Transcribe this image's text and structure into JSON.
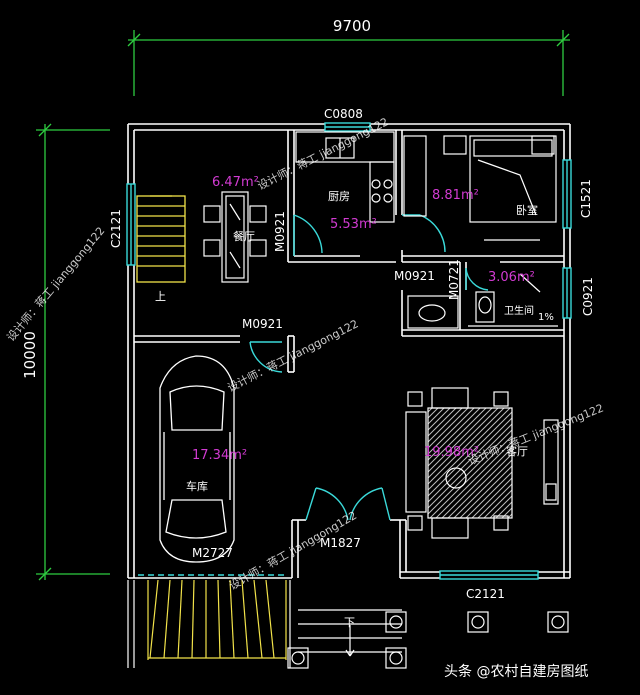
{
  "dimensions": {
    "width": "9700",
    "height": "10000"
  },
  "rooms": {
    "dining": {
      "label": "餐厅",
      "area": "6.47m²"
    },
    "kitchen": {
      "label": "厨房",
      "area": "5.53m²"
    },
    "bedroom": {
      "label": "卧室",
      "area": "8.81m²"
    },
    "bathroom": {
      "label": "卫生间",
      "area": "3.06m²"
    },
    "garage": {
      "label": "车库",
      "area": "17.34m²"
    },
    "living": {
      "label": "客厅",
      "area": "19.98m²"
    }
  },
  "codes": {
    "c0808": "C0808",
    "c2121_left": "C2121",
    "c1521": "C1521",
    "m0921_dining": "M0921",
    "m0921_bed": "M0921",
    "m0721": "M0721",
    "c0921": "C0921",
    "m0921_garage": "M0921",
    "m2727": "M2727",
    "m1827": "M1827",
    "c2121_bottom": "C2121",
    "bath_small": "1%"
  },
  "stairs": {
    "up": "上",
    "down": "下"
  },
  "watermarks": {
    "designer": "设计师：蒋工 jianggong122"
  },
  "footer": {
    "credit": "头条 @农村自建房图纸"
  },
  "colors": {
    "walls": "#ffffff",
    "dims": "#2ecc40",
    "area": "#d23bd2",
    "window": "#3ad9d9",
    "hatch": "#c8c8c8"
  }
}
